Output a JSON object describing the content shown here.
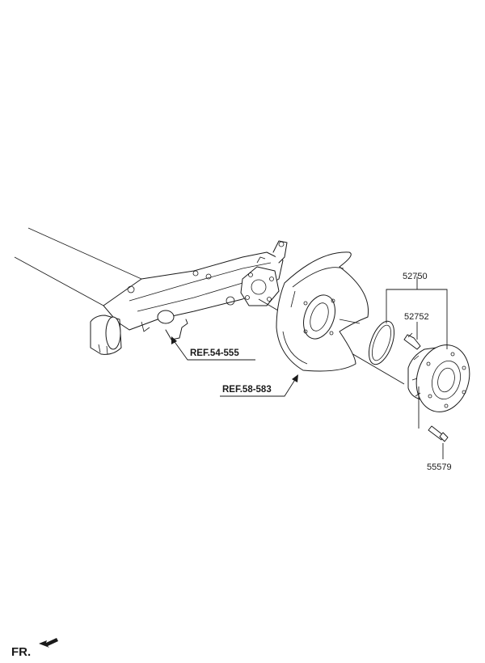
{
  "parts": {
    "hub_assembly": "52750",
    "hub_bolt": "52752",
    "abs_bolt": "55579"
  },
  "references": {
    "axle_ref": "REF.54-555",
    "backing_plate_ref": "REF.58-583"
  },
  "direction": {
    "label": "FR."
  }
}
